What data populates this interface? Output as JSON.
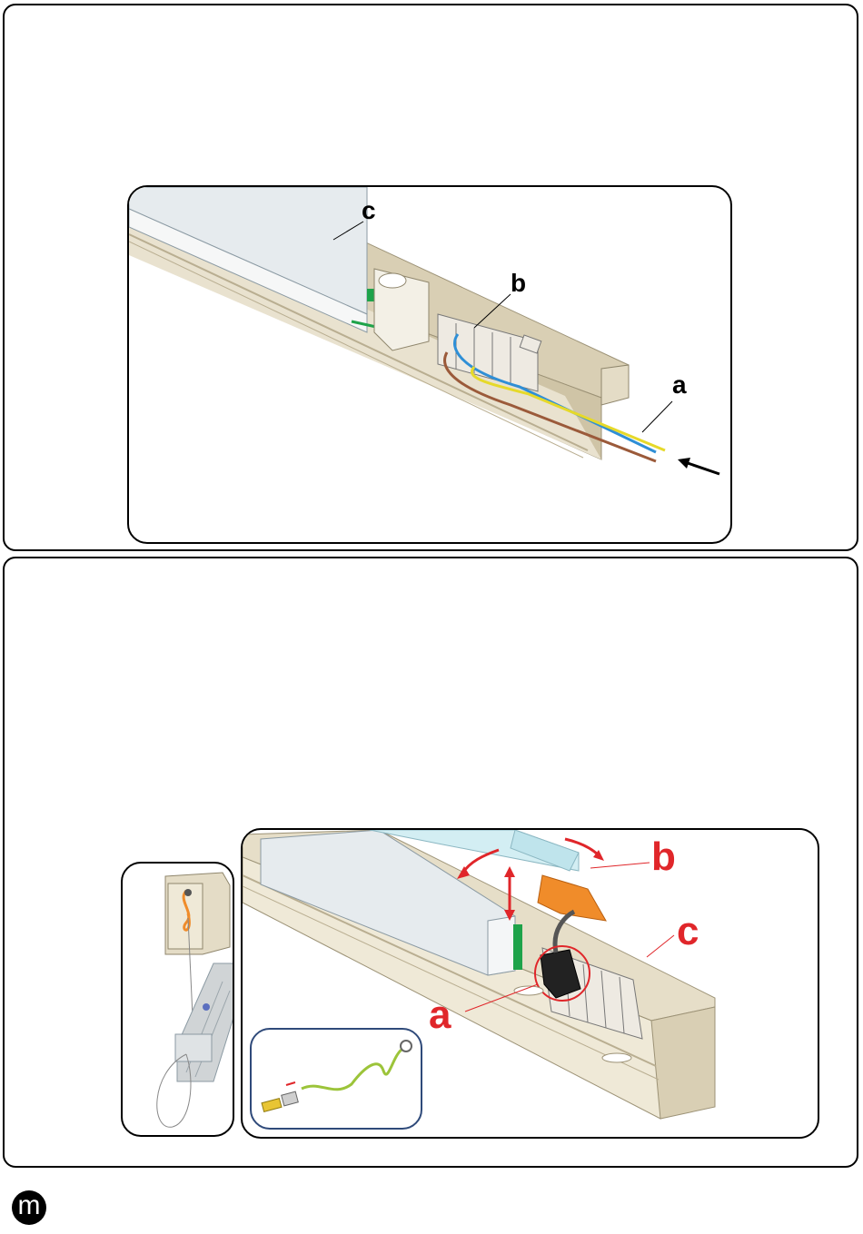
{
  "top_figure": {
    "labels": {
      "a": "a",
      "b": "b",
      "c": "c"
    }
  },
  "bottom_figure": {
    "labels": {
      "a": "a",
      "b": "b",
      "c": "c"
    }
  },
  "logo_text": "m",
  "colors": {
    "profile": "#d9cfb4",
    "profile_dark": "#b9ae91",
    "diffuser": "#e6ebee",
    "wire_brown": "#9b5a3a",
    "wire_blue": "#2f8fd6",
    "wire_yellow": "#e6d92a",
    "accent_red": "#e0262a",
    "highlight_orange": "#f08c2a",
    "earth_wire": "#9cc43a"
  }
}
